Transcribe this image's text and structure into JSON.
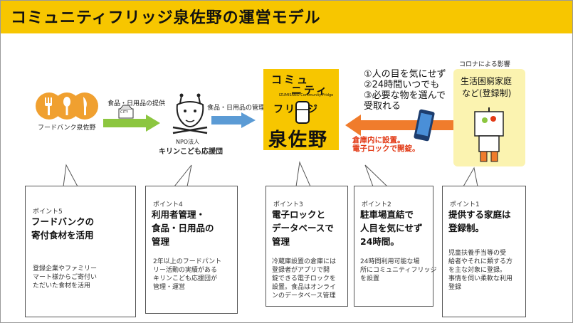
{
  "title": "コミュニティフリッジ泉佐野の運営モデル",
  "foodbank": {
    "logo_label": "フードバンク泉佐野"
  },
  "arrow1_label": "食品・日用品の提供",
  "box_label": "CITY",
  "npo": {
    "line1": "NPO法人",
    "line2": "キリンこども応援団"
  },
  "arrow2_label": "食品・日用品の管理",
  "fridge_logo": {
    "line1": "コミュ",
    "line2": "ニティ",
    "line3": "フリッジ",
    "sub": "IZUMISANO Community Fridge",
    "name": "泉佐野"
  },
  "steps": [
    "①人の目を気にせず",
    "②24時間いつでも",
    "③必要な物を選んで",
    "受取れる"
  ],
  "storage_note": [
    "倉庫内に設置。",
    "電子ロックで開錠。"
  ],
  "corona": {
    "heading": "コロナによる影響",
    "line1": "生活困窮家庭",
    "line2": "など(登録制)"
  },
  "points": [
    {
      "num": "ポイント5",
      "head": [
        "フードバンクの",
        "寄付食材を活用"
      ],
      "body": [
        "登録企業やファミリー",
        "マート様からご寄付い",
        "ただいた食材を活用"
      ]
    },
    {
      "num": "ポイント4",
      "head": [
        "利用者管理・",
        "食品・日用品の",
        "管理"
      ],
      "body": [
        "2年以上のフードパント",
        "リー活動の実績がある",
        "キリンこども応援団が",
        "管理・運営"
      ]
    },
    {
      "num": "ポイント3",
      "head": [
        "電子ロックと",
        "データベースで",
        "管理"
      ],
      "body": [
        "冷蔵庫設置の倉庫には",
        "登録者がアプリで開",
        "錠できる電子ロックを",
        "設置。食品はオンライ",
        "ンのデータベース管理"
      ]
    },
    {
      "num": "ポイント2",
      "head": [
        "駐車場直結で",
        "人目を気にせず",
        "24時間。"
      ],
      "body": [
        "24時間利用可能な場",
        "所にコミュニティフリッジ",
        "を設置"
      ]
    },
    {
      "num": "ポイント1",
      "head": [
        "提供する家庭は",
        "登録制。"
      ],
      "body": [
        "児童扶養手当等の受",
        "給者やそれに類する方",
        "を主な対象に登録。",
        "事情を伺い柔軟な利用",
        "登録"
      ]
    }
  ],
  "colors": {
    "title_bar": "#f7c600",
    "arrow_green": "#8cc63f",
    "arrow_blue": "#5b9bd5",
    "arrow_orange": "#f07c2c",
    "note_red": "#e23a16",
    "corona_bg": "#fbf3b0",
    "foodbank_orange": "#f0a030"
  },
  "icons": [
    "fork-icon",
    "spoon-icon",
    "giraffe-icon",
    "smartphone-icon",
    "shopper-icon"
  ]
}
